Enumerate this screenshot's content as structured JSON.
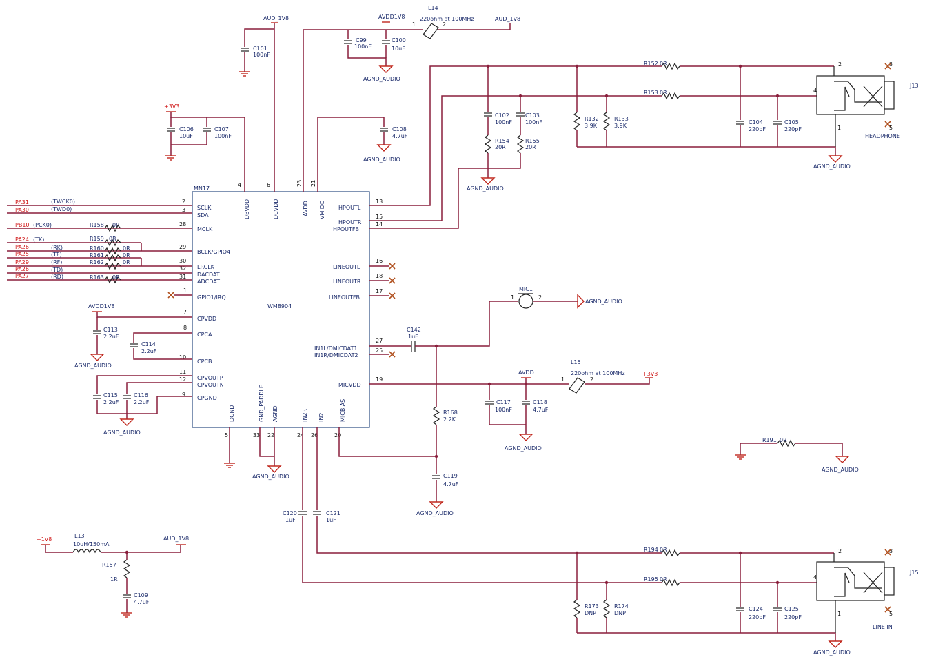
{
  "ic": {
    "ref": "MN17",
    "part": "WM8904",
    "left_pins": [
      {
        "num": "2",
        "name": "SCLK"
      },
      {
        "num": "3",
        "name": "SDA"
      },
      {
        "num": "28",
        "name": "MCLK"
      },
      {
        "num": "29",
        "name": "BCLK/GPIO4"
      },
      {
        "num": "30",
        "name": "LRCLK"
      },
      {
        "num": "32",
        "name": "DACDAT"
      },
      {
        "num": "31",
        "name": "ADCDAT"
      },
      {
        "num": "1",
        "name": "GPIO1/IRQ"
      },
      {
        "num": "7",
        "name": "CPVDD"
      },
      {
        "num": "8",
        "name": "CPCA"
      },
      {
        "num": "10",
        "name": "CPCB"
      },
      {
        "num": "11",
        "name": "CPVOUTP"
      },
      {
        "num": "12",
        "name": "CPVOUTN"
      },
      {
        "num": "9",
        "name": "CPGND"
      }
    ],
    "top_pins": [
      {
        "num": "4",
        "name": "DBVDD"
      },
      {
        "num": "6",
        "name": "DCVDD"
      },
      {
        "num": "23",
        "name": "AVDD"
      },
      {
        "num": "21",
        "name": "VMIDC"
      }
    ],
    "right_pins": [
      {
        "num": "13",
        "name": "HPOUTL"
      },
      {
        "num": "15",
        "name": "HPOUTR"
      },
      {
        "num": "14",
        "name": "HPOUTFB"
      },
      {
        "num": "16",
        "name": "LINEOUTL"
      },
      {
        "num": "18",
        "name": "LINEOUTR"
      },
      {
        "num": "17",
        "name": "LINEOUTFB"
      },
      {
        "num": "27",
        "name": "IN1L/DMICDAT1"
      },
      {
        "num": "25",
        "name": "IN1R/DMICDAT2"
      },
      {
        "num": "19",
        "name": "MICVDD"
      }
    ],
    "bottom_pins": [
      {
        "num": "5",
        "name": "DGND"
      },
      {
        "num": "33",
        "name": "GND_PADDLE"
      },
      {
        "num": "22",
        "name": "AGND"
      },
      {
        "num": "24",
        "name": "IN2R"
      },
      {
        "num": "26",
        "name": "IN2L"
      },
      {
        "num": "20",
        "name": "MICBIAS"
      }
    ]
  },
  "host_signals": [
    {
      "net": "PA31",
      "func": "(TWCK0)"
    },
    {
      "net": "PA30",
      "func": "(TWD0)"
    },
    {
      "net": "PB10",
      "func": "(PCK0)"
    },
    {
      "net": "PA24",
      "func": "(TK)"
    },
    {
      "net": "PA26",
      "func": "(RK)"
    },
    {
      "net": "PA25",
      "func": "(TF)"
    },
    {
      "net": "PA29",
      "func": "(RF)"
    },
    {
      "net": "PA26",
      "func": "(TD)"
    },
    {
      "net": "PA27",
      "func": "(RD)"
    }
  ],
  "nets": {
    "aud_1v8": "AUD_1V8",
    "avdd_1v8": "AVDD1V8",
    "avdd_1v8_b": "AVDD1V8",
    "p3v3": "+3V3",
    "p3v3_b": "+3V3",
    "p1v8": "+1V8",
    "avdd": "AVDD",
    "agnd": "AGND_AUDIO"
  },
  "components": {
    "C101": {
      "ref": "C101",
      "val": "100nF"
    },
    "C99": {
      "ref": "C99",
      "val": "100nF"
    },
    "C100": {
      "ref": "C100",
      "val": "10uF"
    },
    "L14": {
      "ref": "L14",
      "val": "220ohm at 100MHz"
    },
    "C106": {
      "ref": "C106",
      "val": "10uF"
    },
    "C107": {
      "ref": "C107",
      "val": "100nF"
    },
    "C108": {
      "ref": "C108",
      "val": "4.7uF"
    },
    "R158": {
      "ref": "R158",
      "val": "0R"
    },
    "R159": {
      "ref": "R159",
      "val": "0R"
    },
    "R160": {
      "ref": "R160",
      "val": "0R"
    },
    "R161": {
      "ref": "R161",
      "val": "0R"
    },
    "R162": {
      "ref": "R162",
      "val": "0R"
    },
    "R163": {
      "ref": "R163",
      "val": "0R"
    },
    "C113": {
      "ref": "C113",
      "val": "2.2uF"
    },
    "C114": {
      "ref": "C114",
      "val": "2.2uF"
    },
    "C115": {
      "ref": "C115",
      "val": "2.2uF"
    },
    "C116": {
      "ref": "C116",
      "val": "2.2uF"
    },
    "C102": {
      "ref": "C102",
      "val": "100nF"
    },
    "C103": {
      "ref": "C103",
      "val": "100nF"
    },
    "R154": {
      "ref": "R154",
      "val": "20R"
    },
    "R155": {
      "ref": "R155",
      "val": "20R"
    },
    "R152": {
      "ref": "R152",
      "val": "0R"
    },
    "R153": {
      "ref": "R153",
      "val": "0R"
    },
    "R132": {
      "ref": "R132",
      "val": "3.9K"
    },
    "R133": {
      "ref": "R133",
      "val": "3.9K"
    },
    "C104": {
      "ref": "C104",
      "val": "220pF"
    },
    "C105": {
      "ref": "C105",
      "val": "220pF"
    },
    "J13": {
      "ref": "J13",
      "val": "HEADPHONE"
    },
    "MIC1": {
      "ref": "MIC1"
    },
    "C142": {
      "ref": "C142",
      "val": "1uF"
    },
    "L15": {
      "ref": "L15",
      "val": "220ohm at 100MHz"
    },
    "C117": {
      "ref": "C117",
      "val": "100nF"
    },
    "C118": {
      "ref": "C118",
      "val": "4.7uF"
    },
    "R168": {
      "ref": "R168",
      "val": "2.2K"
    },
    "C119": {
      "ref": "C119",
      "val": "4.7uF"
    },
    "R191": {
      "ref": "R191",
      "val": "0R"
    },
    "C120": {
      "ref": "C120",
      "val": "1uF"
    },
    "C121": {
      "ref": "C121",
      "val": "1uF"
    },
    "L13": {
      "ref": "L13",
      "val": "10uH/150mA"
    },
    "R157": {
      "ref": "R157",
      "val": "1R"
    },
    "C109": {
      "ref": "C109",
      "val": "4.7uF"
    },
    "R194": {
      "ref": "R194",
      "val": "0R"
    },
    "R195": {
      "ref": "R195",
      "val": "0R"
    },
    "R173": {
      "ref": "R173",
      "val": "DNP"
    },
    "R174": {
      "ref": "R174",
      "val": "DNP"
    },
    "C124": {
      "ref": "C124",
      "val": "220pF"
    },
    "C125": {
      "ref": "C125",
      "val": "220pF"
    },
    "J15": {
      "ref": "J15",
      "val": "LINE IN"
    }
  },
  "connector_pins": {
    "tip": "2",
    "ring": "4",
    "sleeve": "1",
    "sw1": "3",
    "sw2": "5"
  },
  "part_pins": {
    "one": "1",
    "two": "2"
  }
}
